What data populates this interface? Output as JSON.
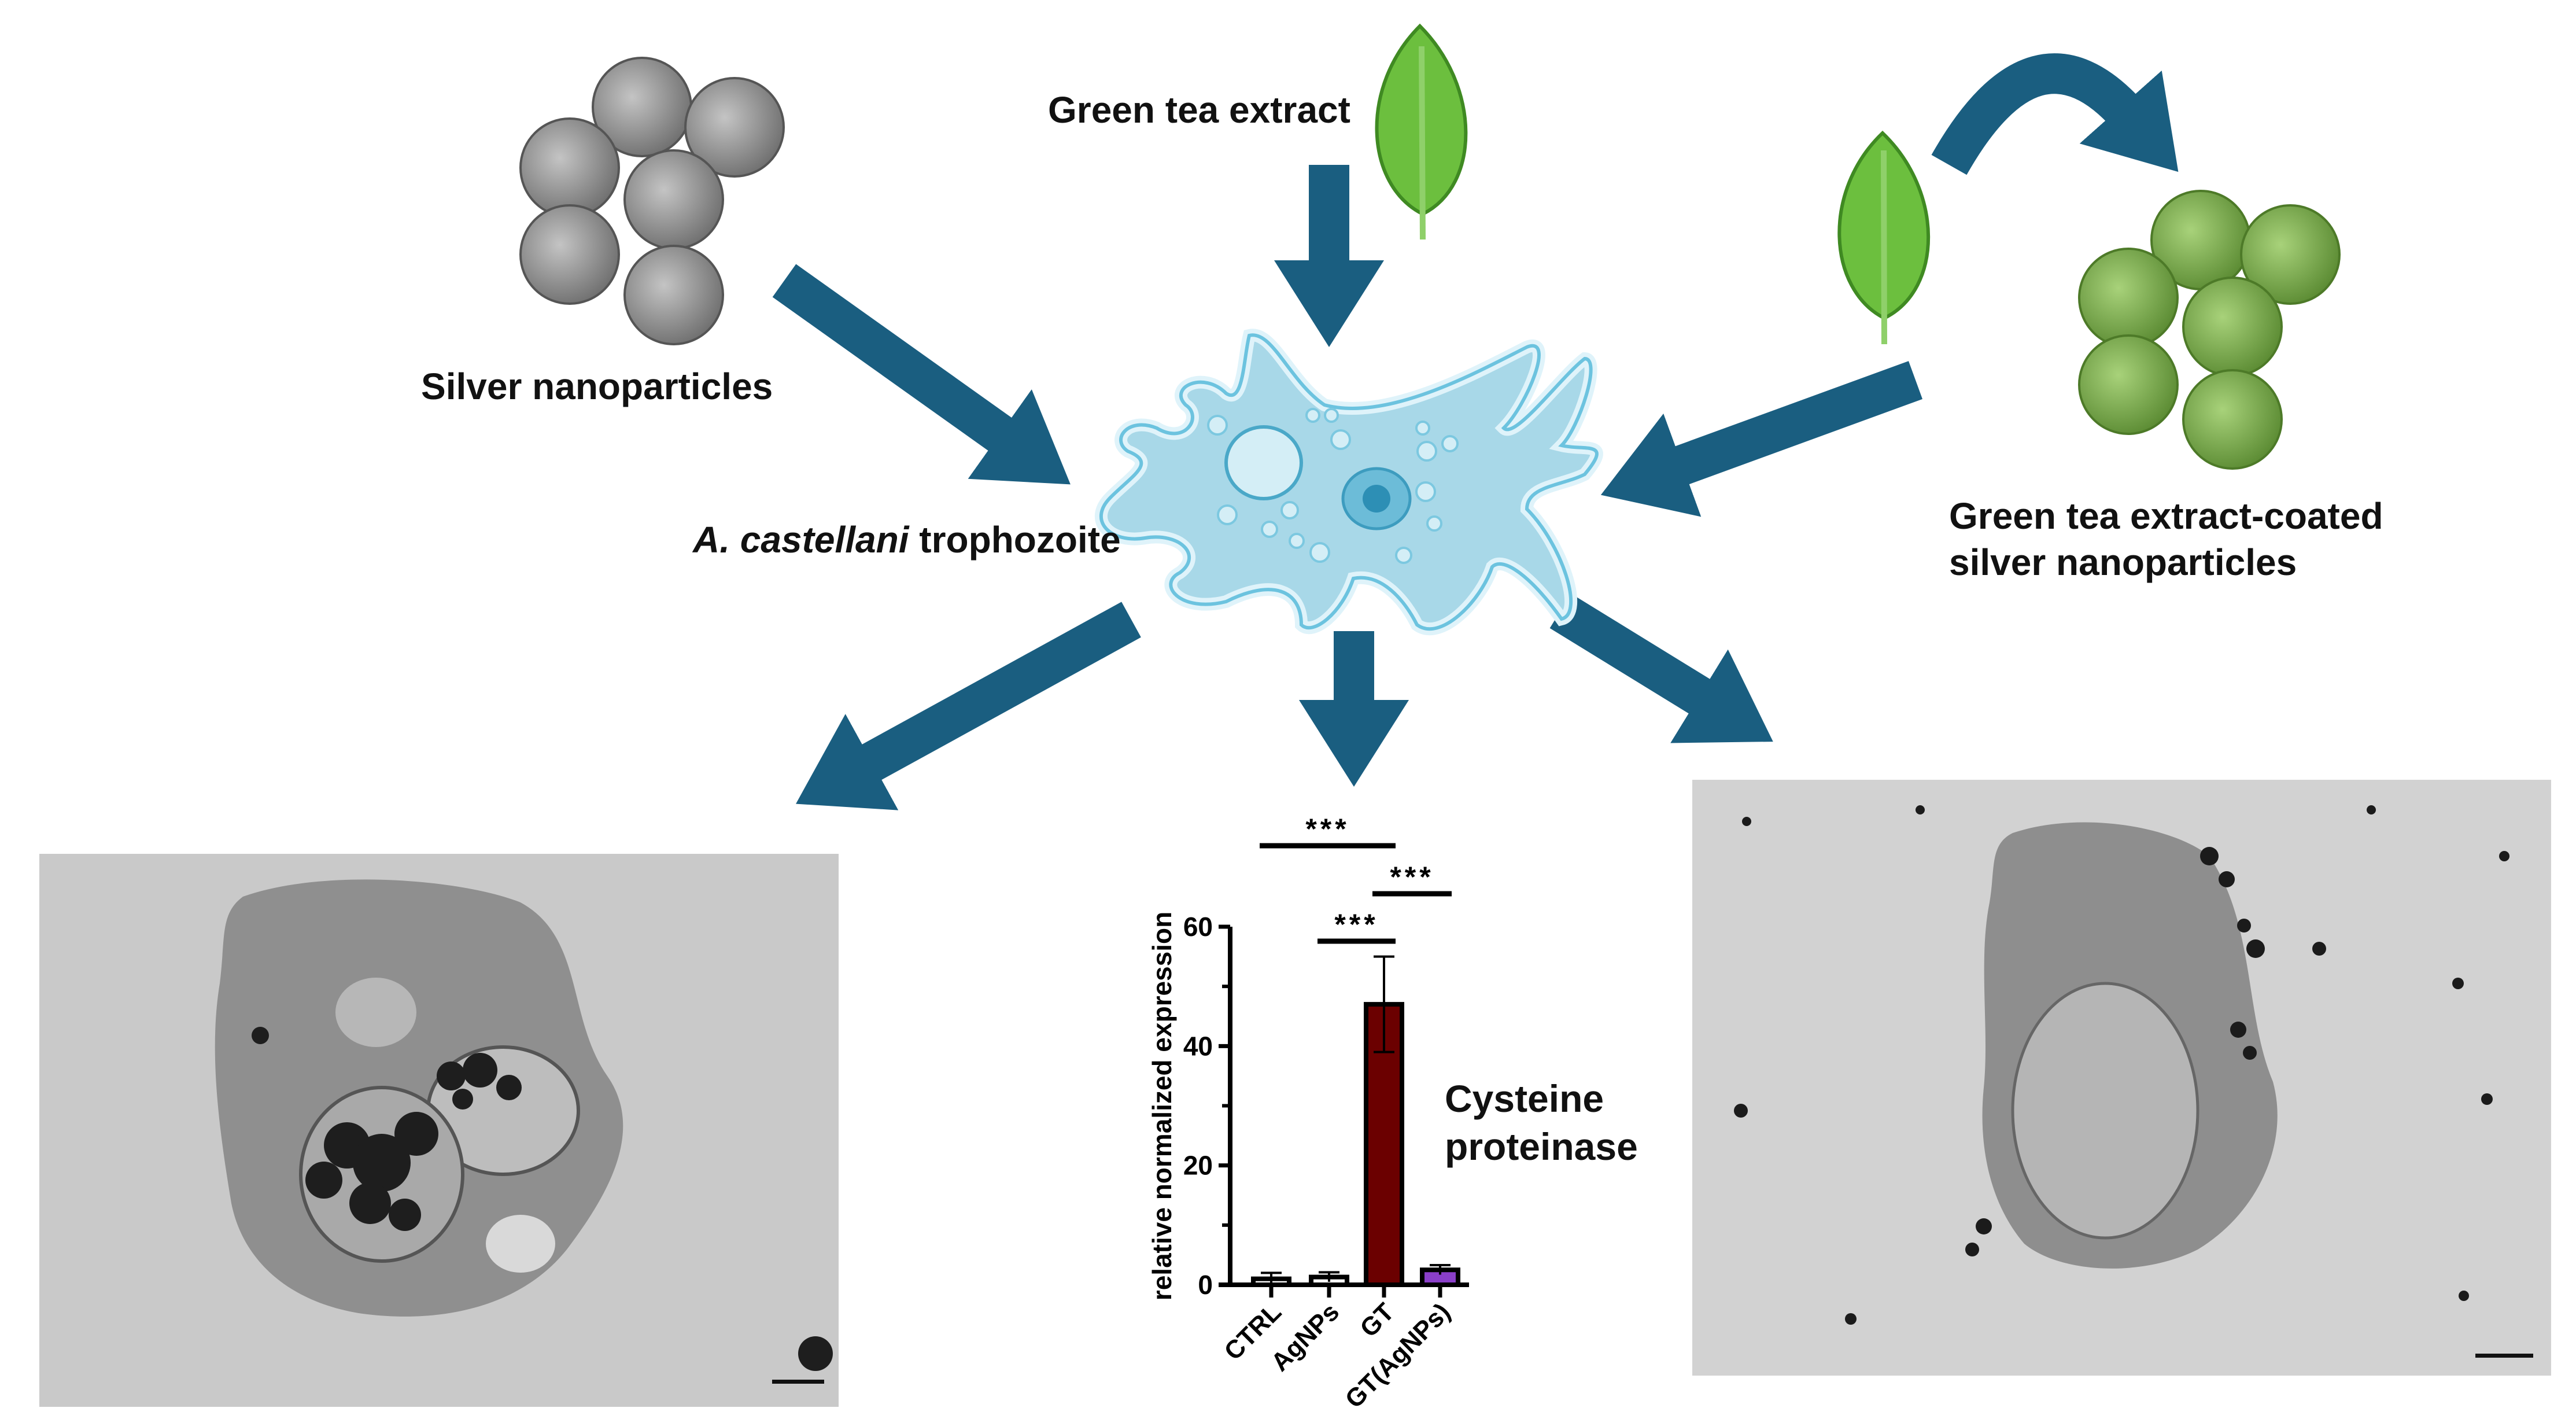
{
  "labels": {
    "silver": "Silver nanoparticles",
    "green_tea": "Green tea extract",
    "coated_line1": "Green tea extract-coated",
    "coated_line2": "silver nanoparticles",
    "organism_italic": "A. castellani",
    "organism_rest": " trophozoite",
    "gene_line1": "Cysteine",
    "gene_line2": "proteinase"
  },
  "colors": {
    "arrow": "#1a5e80",
    "cell": "#a8d8e8",
    "leaf": "#6cbf3e",
    "silver": "#9a9a9a",
    "coated": "#8cc157",
    "bar_ctrl": "#ffffff",
    "bar_gt": "#6b0000",
    "bar_gtagnps": "#8a3fc8"
  },
  "chart_data": {
    "type": "bar",
    "title": "Cysteine proteinase",
    "ylabel": "relative normalized expression",
    "xlabel": "",
    "categories": [
      "CTRL",
      "AgNPs",
      "GT",
      "GT(AgNPs)"
    ],
    "values": [
      1.0,
      1.3,
      47,
      2.5
    ],
    "errors": [
      1.0,
      0.8,
      8,
      0.8
    ],
    "ylim": [
      0,
      60
    ],
    "yticks": [
      "0",
      "20",
      "40",
      "60"
    ],
    "minor_ticks": [
      10,
      30,
      50
    ],
    "significance": [
      {
        "from": "CTRL",
        "to": "GT",
        "label": "***"
      },
      {
        "from": "GT",
        "to": "GT(AgNPs)",
        "label": "***"
      },
      {
        "from": "AgNPs",
        "to": "GT",
        "label": "***"
      }
    ]
  }
}
